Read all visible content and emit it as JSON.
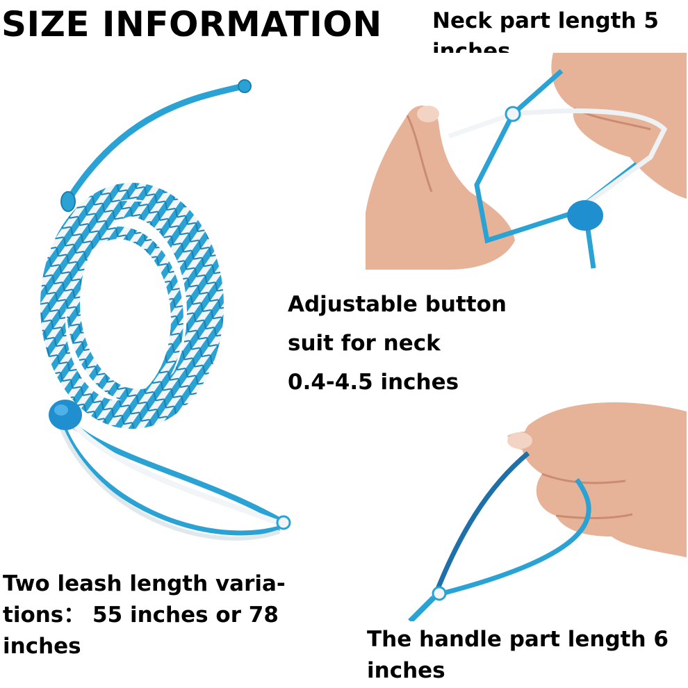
{
  "title": "SIZE INFORMATION",
  "neck_label": {
    "line1": "Neck part length 5",
    "line2": "inches"
  },
  "adjust_label": {
    "line1": "Adjustable button",
    "line2": "suit for neck",
    "line3": "0.4-4.5 inches"
  },
  "leash_label": {
    "line1": "Two leash length varia-",
    "line2": "tions： 55 inches or 78",
    "line3": "inches"
  },
  "handle_label": {
    "line1": "The handle part length 6",
    "line2": "inches"
  },
  "images": {
    "leash": "braided-leash-photo",
    "neck": "neck-loop-photo",
    "handle": "handle-loop-photo"
  },
  "colors": {
    "rope_blue": "#2aa3d4",
    "rope_white": "#f1f5f7",
    "skin": "#e7b398",
    "skin_shadow": "#c98c72",
    "button_blue": "#1f8fd0"
  }
}
